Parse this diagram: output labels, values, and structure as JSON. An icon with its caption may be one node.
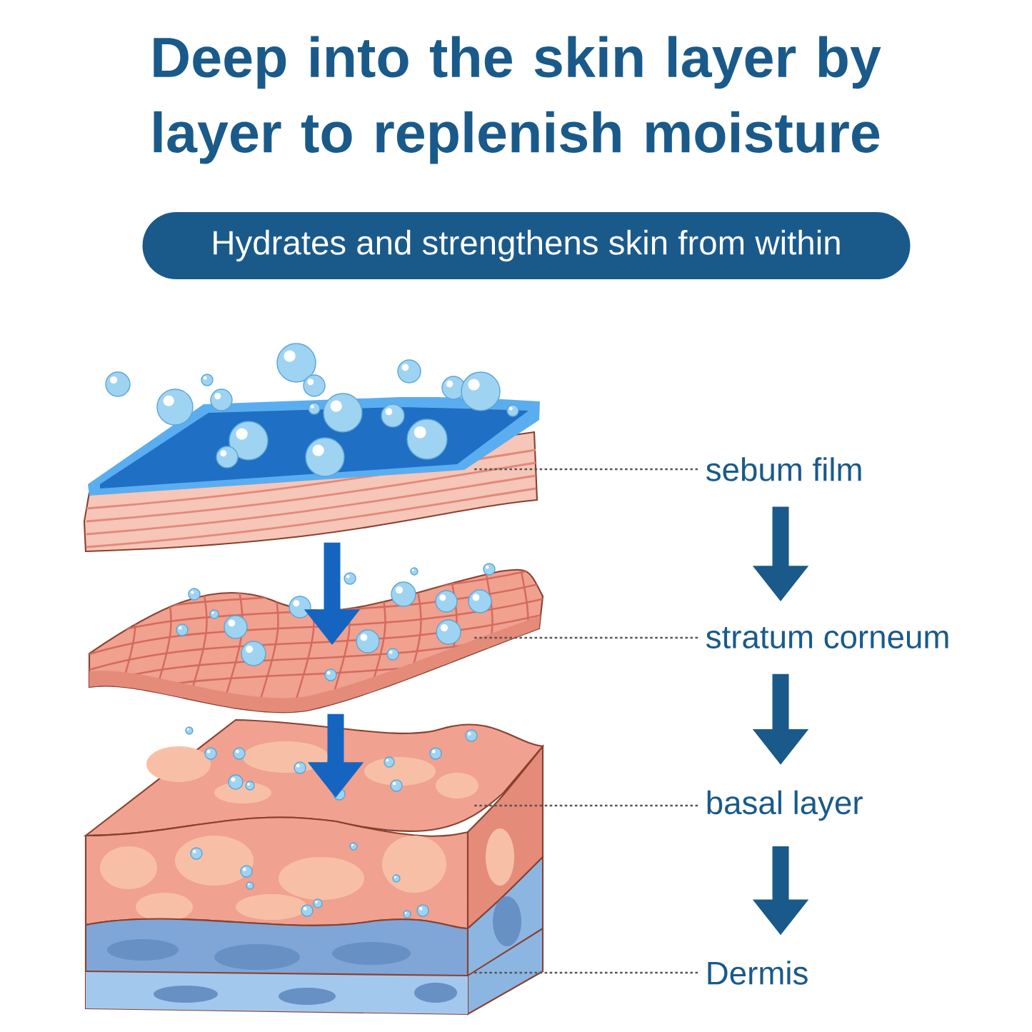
{
  "diagram": {
    "title": "Deep into the skin layer by layer to replenish moisture",
    "nodes": [
      {
        "text": [
          "Hydrates and strengthens skin from within"
        ]
      },
      {
        "text": [
          "sebum film"
        ]
      },
      {
        "text": [
          "stratum corneum"
        ]
      },
      {
        "text": [
          "basal layer"
        ]
      },
      {
        "text": [
          "Dermis"
        ]
      },
      {
        "text": [],
        "shape": "picture"
      },
      {
        "text": [],
        "shape": "picture"
      },
      {
        "text": [],
        "shape": "picture"
      },
      {
        "text": [],
        "shape": "picture"
      }
    ],
    "edges": [
      {
        "from": 1,
        "to": 2,
        "arrow": "to"
      },
      {
        "from": 2,
        "to": 3,
        "arrow": "to"
      },
      {
        "from": 3,
        "to": 4,
        "arrow": "to"
      },
      {
        "from": 1,
        "to": 5,
        "arrow": "none",
        "style": "dashed",
        "color": "#555555"
      },
      {
        "from": 2,
        "to": 6,
        "arrow": "none",
        "style": "dashed",
        "color": "#555555"
      },
      {
        "from": 3,
        "to": 7,
        "arrow": "none",
        "style": "dashed",
        "color": "#555555"
      },
      {
        "from": 4,
        "to": 8,
        "arrow": "none",
        "style": "dashed",
        "color": "#555555"
      },
      {
        "from": 5,
        "to": 6,
        "arrow": "to",
        "color": "#1565c0"
      },
      {
        "from": 6,
        "to": 7,
        "arrow": "to",
        "color": "#1565c0"
      }
    ]
  }
}
